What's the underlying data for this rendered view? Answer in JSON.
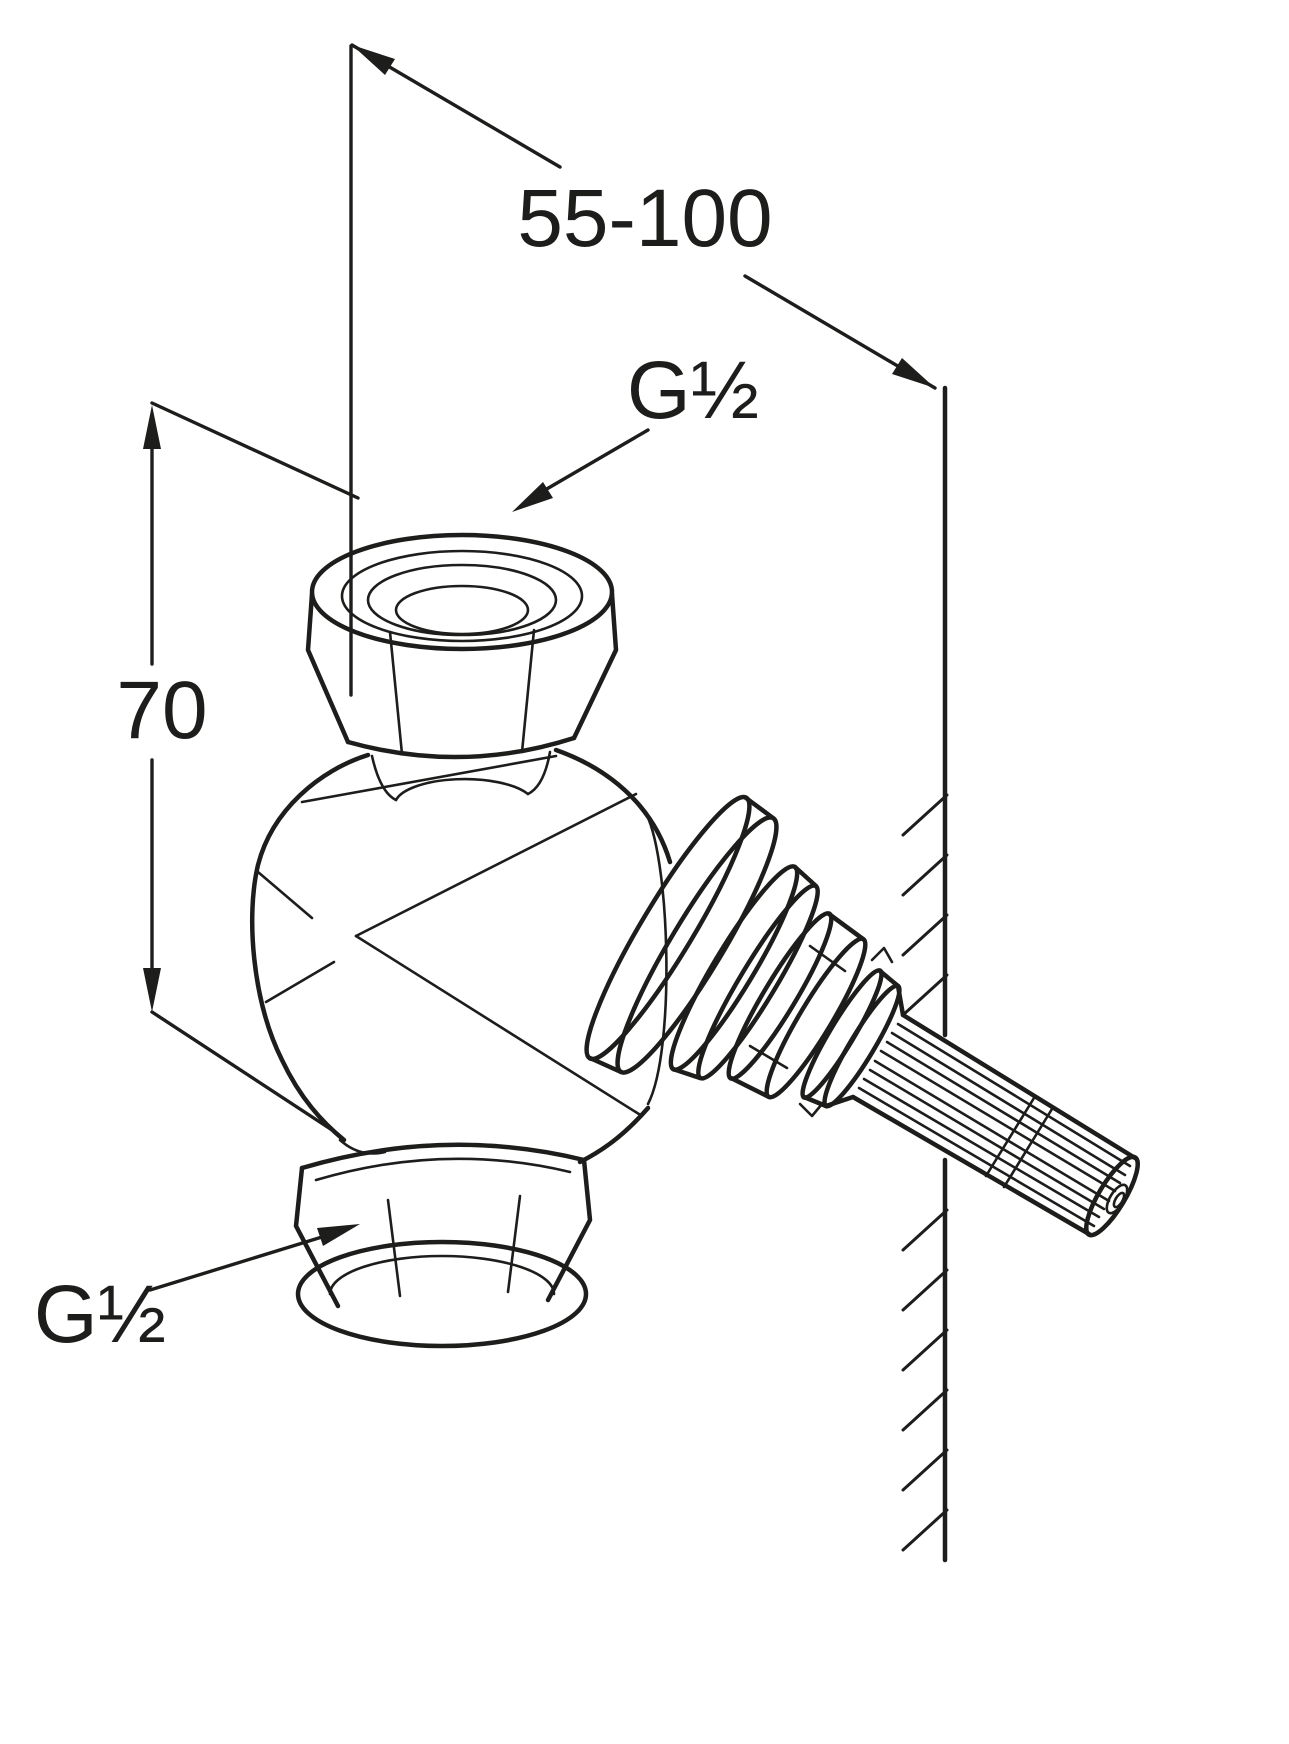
{
  "drawing": {
    "background": "#ffffff",
    "stroke_color": "#1d1d1b"
  },
  "annotations": {
    "span_dimension": "55-100",
    "height_dimension": "70",
    "top_thread_label": "G½",
    "bottom_thread_label": "G½"
  }
}
